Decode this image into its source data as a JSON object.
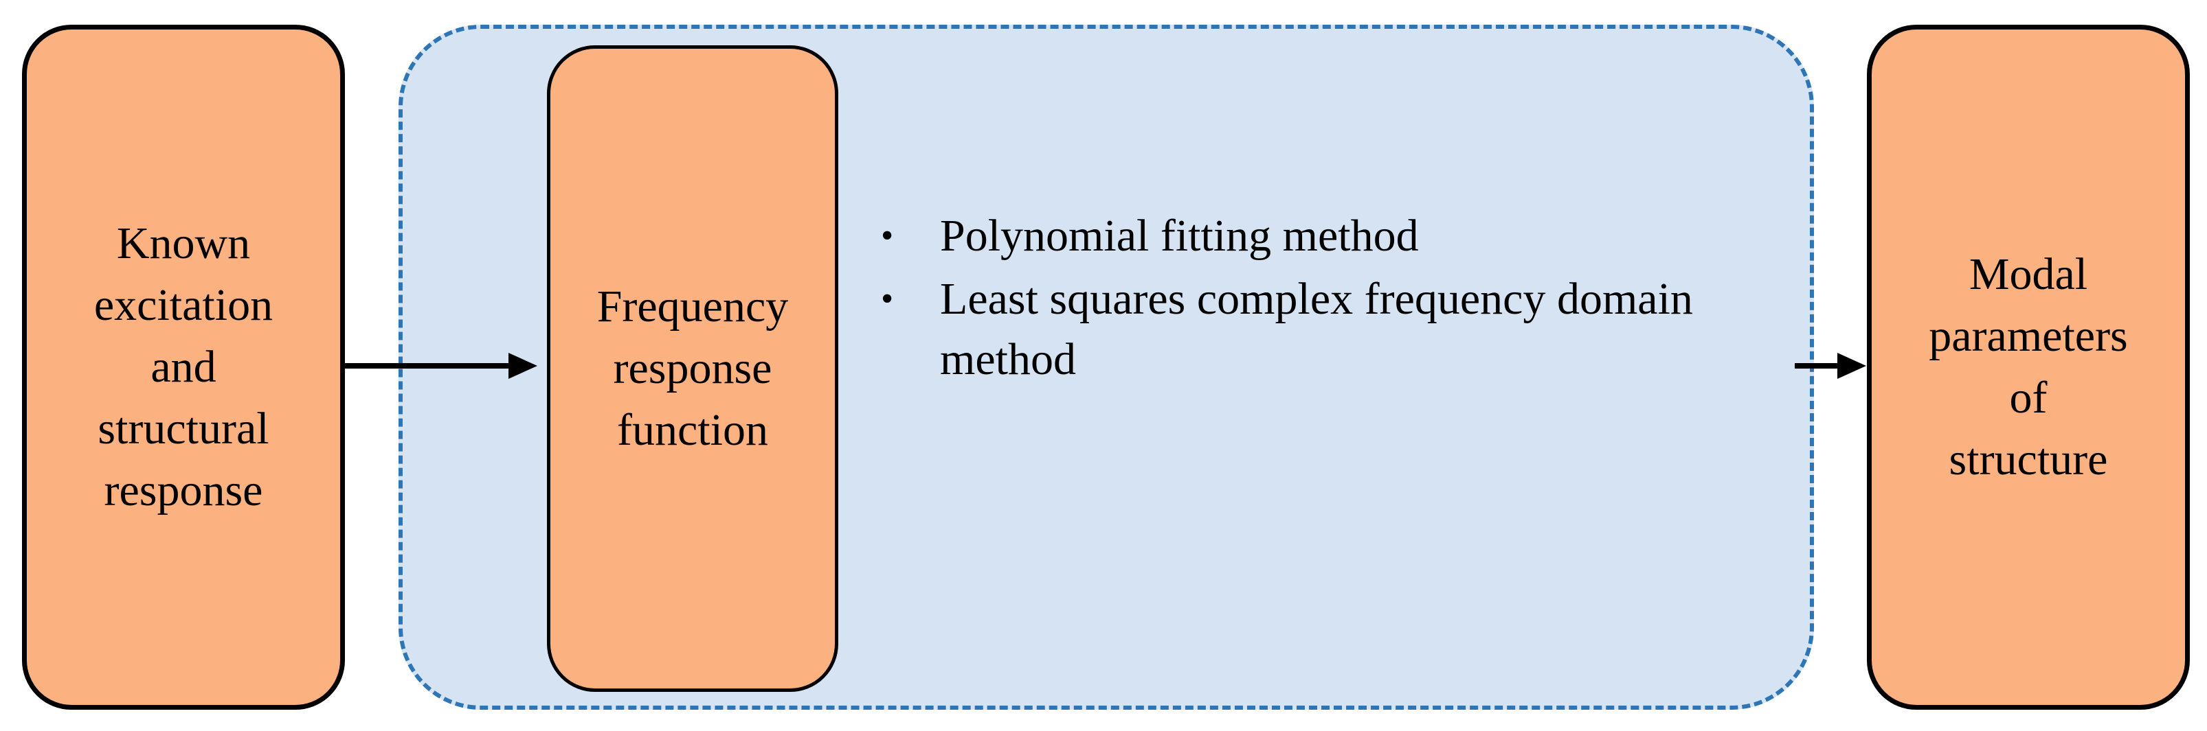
{
  "boxes": {
    "left": "Known\nexcitation\nand\nstructural\nresponse",
    "middle": "Frequency\nresponse\nfunction",
    "right": "Modal\nparameters\nof\nstructure"
  },
  "methods": [
    "Polynomial fitting method",
    "Least squares complex frequency domain method"
  ],
  "bullet_symbol": "•",
  "colors": {
    "box_fill": "#FBB180",
    "box_border": "#000000",
    "group_fill": "#D6E3F3",
    "group_border": "#2E75B6",
    "arrow": "#000000"
  }
}
